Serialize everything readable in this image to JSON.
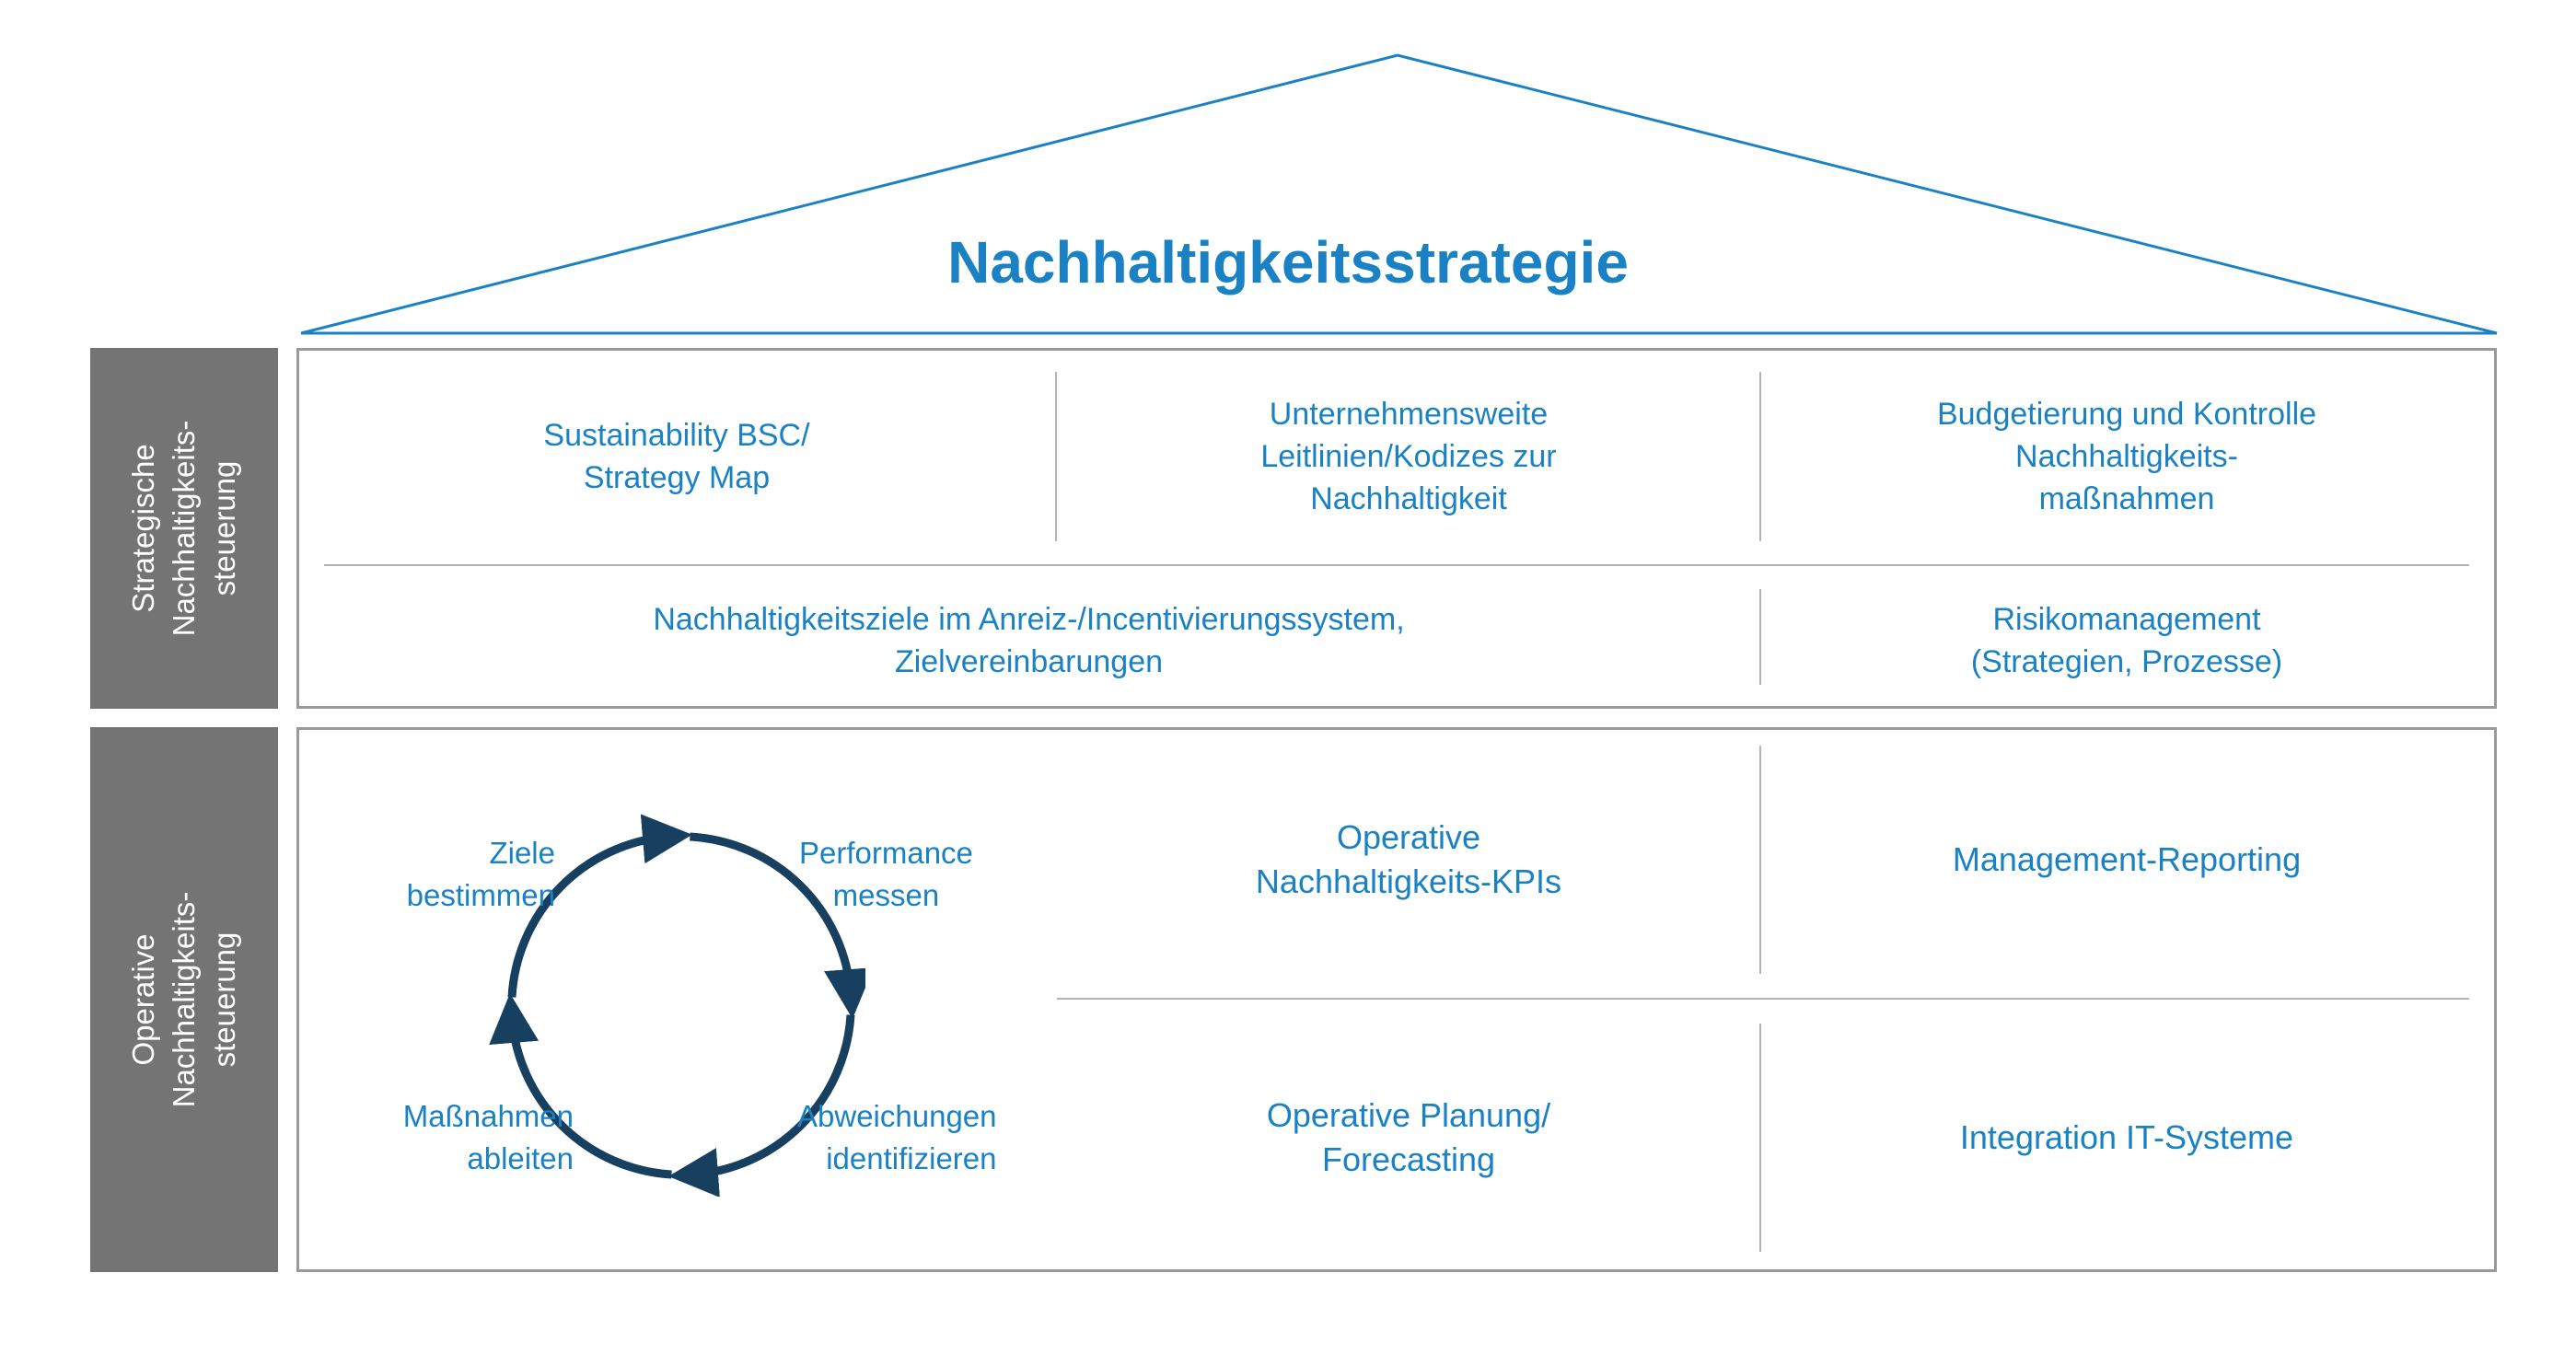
{
  "title": "Nachhaltigkeitsstrategie",
  "sidebar": {
    "strategic": [
      "Strategische",
      "Nachhaltigkeits-",
      "steuerung"
    ],
    "operative": [
      "Operative",
      "Nachhaltigkeits-",
      "steuerung"
    ]
  },
  "strategic": {
    "row1": [
      [
        "Sustainability BSC/",
        "Strategy Map"
      ],
      [
        "Unternehmensweite",
        "Leitlinien/Kodizes zur",
        "Nachhaltigkeit"
      ],
      [
        "Budgetierung und Kontrolle",
        "Nachhaltigkeits-",
        "maßnahmen"
      ]
    ],
    "row2": [
      [
        "Nachhaltigkeitsziele im Anreiz-/Incentivierungssystem,",
        "Zielvereinbarungen"
      ],
      [
        "Risikomanagement",
        "(Strategien, Prozesse)"
      ]
    ]
  },
  "operative": {
    "cycle": {
      "top_left": [
        "Ziele",
        "bestimmen"
      ],
      "top_right": [
        "Performance",
        "messen"
      ],
      "bottom_right": [
        "Abweichungen",
        "identifizieren"
      ],
      "bottom_left": [
        "Maßnahmen",
        "ableiten"
      ]
    },
    "cells": {
      "kpis": [
        "Operative",
        "Nachhaltigkeits-KPIs"
      ],
      "reporting": [
        "Management-Reporting"
      ],
      "planning": [
        "Operative Planung/",
        "Forecasting"
      ],
      "it": [
        "Integration IT-Systeme"
      ]
    }
  },
  "colors": {
    "accent": "#1a82c4",
    "sidebar": "#747474",
    "cycle": "#173f5f",
    "border": "#9a9a9a"
  }
}
